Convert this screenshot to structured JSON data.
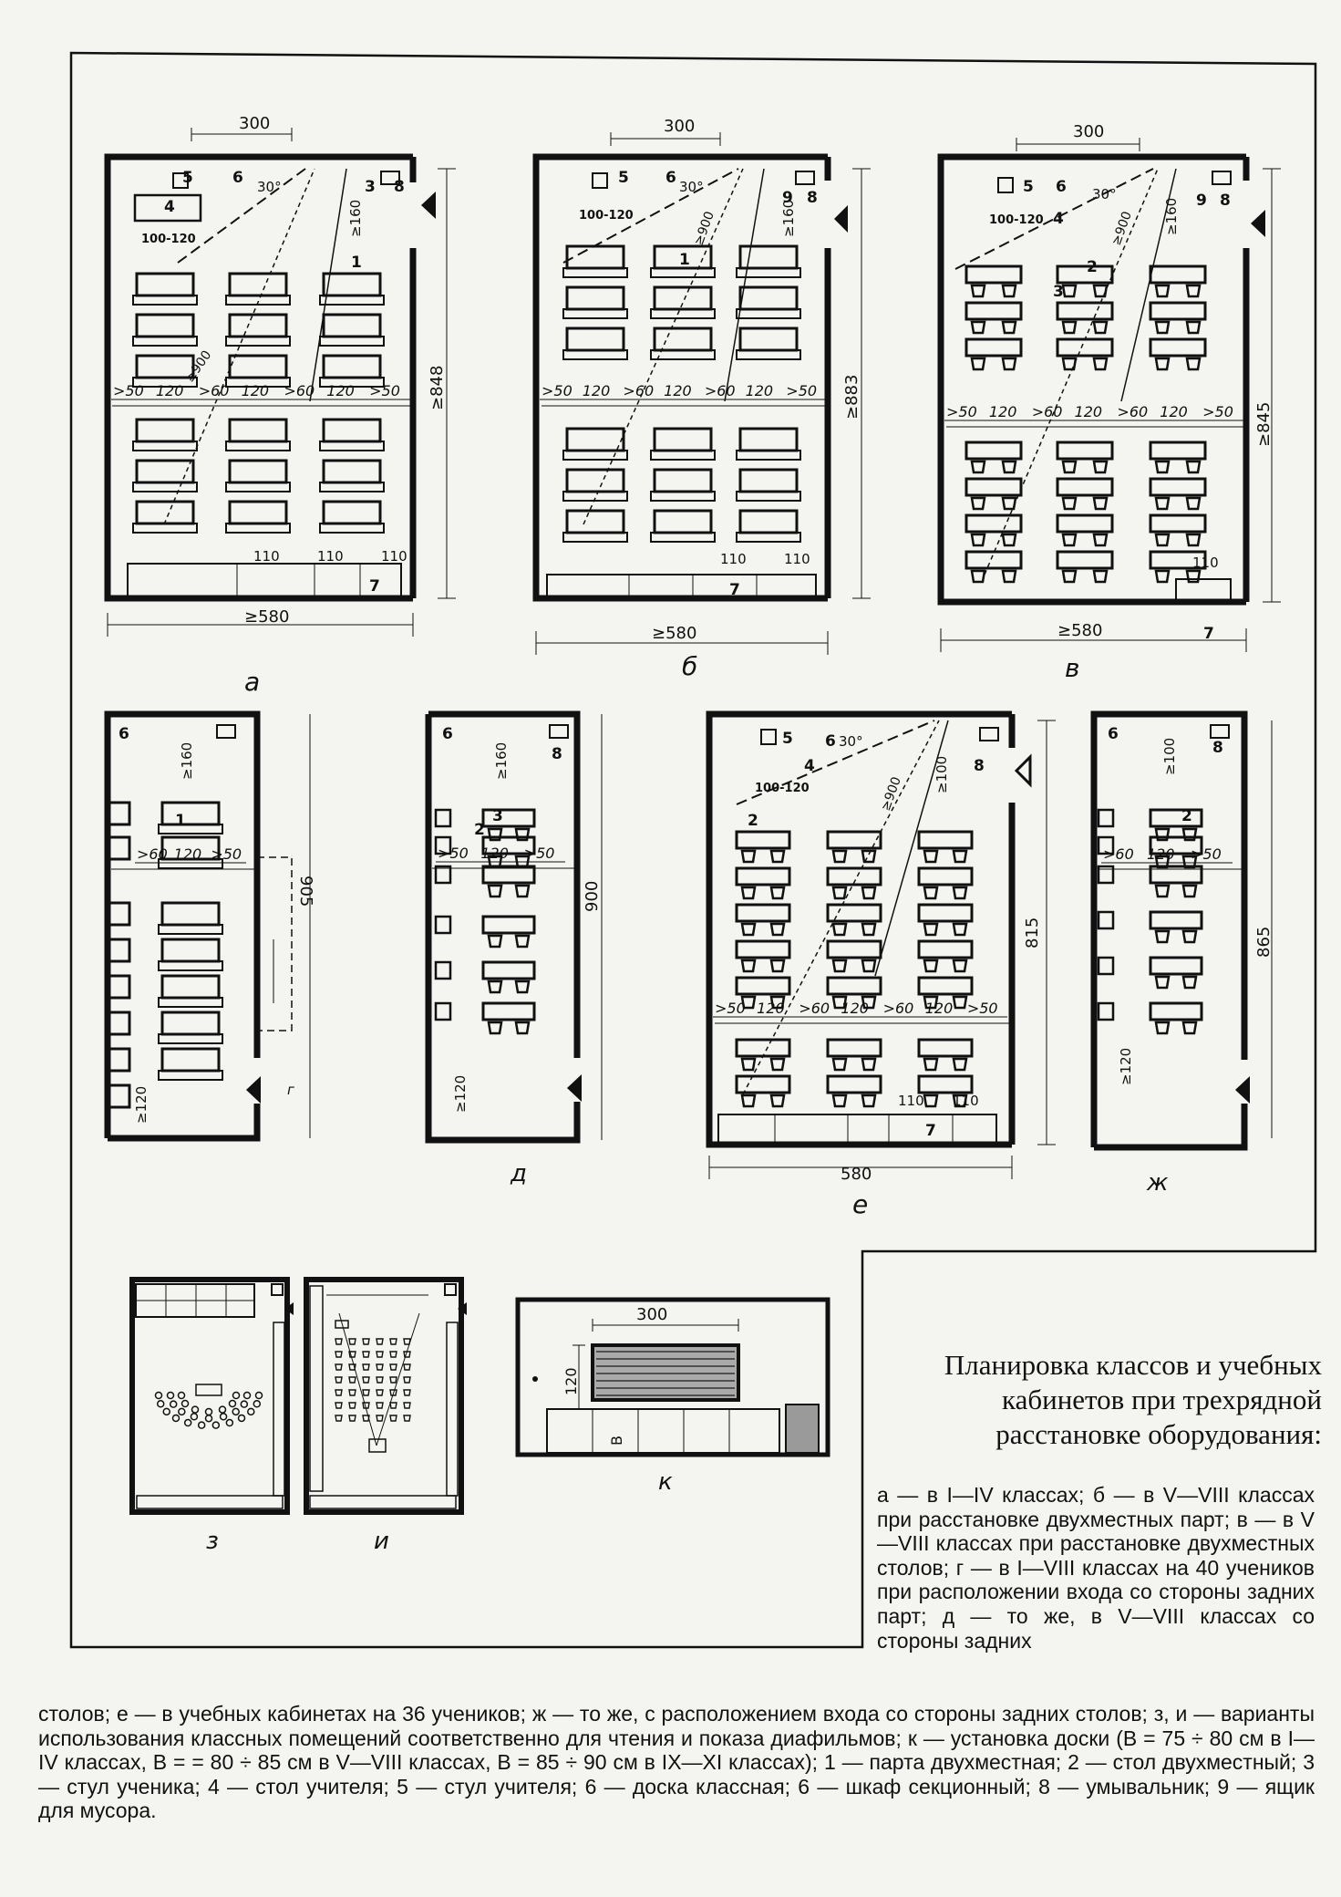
{
  "title": "Планировка классов и учебных кабинетов при трехрядной расстановке оборудования:",
  "caption": {
    "right": "а — в I—IV классах; б — в V—VIII классах при расстановке двухместных парт; в — в V—VIII классах при расстановке двухместных столов; г — в I—VIII классах на 40 учеников при расположении входа со стороны задних парт; д — то же, в V—VIII классах со стороны задних",
    "bottom": "столов; е — в учебных кабинетах на 36 учеников; ж — то же, с расположением входа со стороны задних столов; з, и — варианты использования классных помещений соответственно для чтения и показа диафильмов; к — установка доски (В = 75 ÷ 80 см в I—IV классах, В = = 80 ÷ 85 см в V—VIII классах, В = 85 ÷ 90 см в IX—XI классах); 1 — парта двухместная; 2 — стол двухместный; 3 — стул ученика; 4 — стол учителя; 5 — стул учителя; 6 — доска классная; 6 — шкаф секционный; 8 — умывальник; 9 — ящик для мусора."
  },
  "plans": {
    "a": {
      "letter": "а",
      "width": "≥580",
      "depth": "≥848",
      "top": "300",
      "angle": "30°",
      "dist": "≥900",
      "front": "≥160",
      "aisles": [
        ">50",
        "120",
        ">60",
        "120",
        ">60",
        "120",
        ">50"
      ],
      "cab": [
        "110",
        "110",
        "110"
      ],
      "marks": [
        "5",
        "6",
        "3",
        "8",
        "4",
        "1",
        "7",
        "100-120"
      ]
    },
    "b": {
      "letter": "б",
      "width": "≥580",
      "depth": "≥883",
      "top": "300",
      "angle": "30°",
      "dist": "≥900",
      "front": "≥160",
      "aisles": [
        ">50",
        "120",
        ">60",
        "120",
        ">60",
        "120",
        ">50"
      ],
      "cab": [
        "110",
        "110"
      ],
      "marks": [
        "5",
        "6",
        "9",
        "8",
        "1",
        "7",
        "100-120"
      ]
    },
    "v": {
      "letter": "в",
      "width": "≥580",
      "depth": "≥845",
      "top": "300",
      "angle": "30°",
      "dist": "≥900",
      "front": "≥160",
      "aisles": [
        ">50",
        "120",
        ">60",
        "120",
        ">60",
        "120",
        ">50"
      ],
      "cab": [
        "110"
      ],
      "marks": [
        "5",
        "6",
        "4",
        "9",
        "8",
        "2",
        "3",
        "7",
        "100-120"
      ]
    },
    "g": {
      "letter": "г",
      "depth": "905",
      "front": "≥160",
      "entry": "≥120",
      "aisles": [
        ">60",
        "120",
        ">50"
      ],
      "marks": [
        "6",
        "1"
      ]
    },
    "d": {
      "letter": "д",
      "depth": "900",
      "front": "≥160",
      "entry": "≥120",
      "aisles": [
        ">50",
        "120",
        ">50"
      ],
      "marks": [
        "6",
        "8",
        "2",
        "3"
      ]
    },
    "e": {
      "letter": "е",
      "width": "580",
      "depth": "815",
      "angle": "30°",
      "dist": "≥900",
      "front": "≥100",
      "aisles": [
        ">50",
        "120",
        ">60",
        "120",
        ">60",
        "120",
        ">50"
      ],
      "cab": [
        "110",
        "110"
      ],
      "marks": [
        "5",
        "6",
        "8",
        "4",
        "2",
        "7",
        "100-120"
      ]
    },
    "zh": {
      "letter": "ж",
      "depth": "865",
      "front": "≥100",
      "entry": "≥120",
      "aisles": [
        ">60",
        "120",
        ">50"
      ],
      "marks": [
        "6",
        "8",
        "2"
      ]
    },
    "z": {
      "letter": "з"
    },
    "i": {
      "letter": "и"
    },
    "k": {
      "letter": "к",
      "width": "300",
      "height": "120",
      "b": "В"
    }
  }
}
